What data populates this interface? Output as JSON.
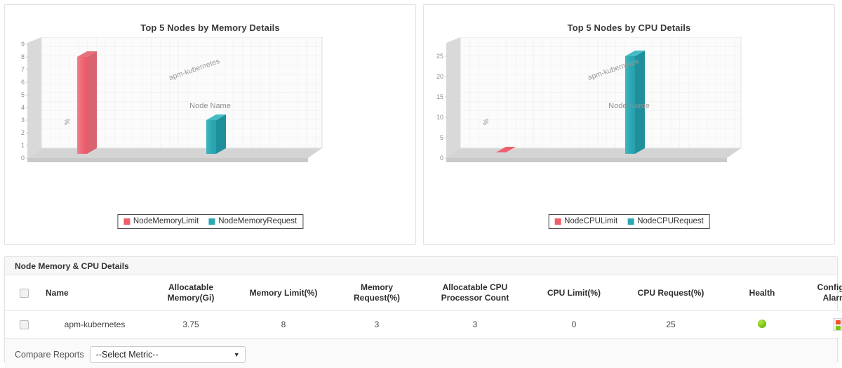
{
  "charts": [
    {
      "id": "memory",
      "title": "Top 5 Nodes by Memory Details",
      "ylabel": "%",
      "xlabel": "Node Name",
      "category": "apm-kubernetes",
      "legend": [
        {
          "label": "NodeMemoryLimit",
          "color": "#ef5f6b"
        },
        {
          "label": "NodeMemoryRequest",
          "color": "#2ba8b4"
        }
      ],
      "yticks": [
        "0",
        "1",
        "2",
        "3",
        "4",
        "5",
        "6",
        "7",
        "8",
        "9"
      ]
    },
    {
      "id": "cpu",
      "title": "Top 5 Nodes by CPU Details",
      "ylabel": "%",
      "xlabel": "Node Name",
      "category": "apm-kubernetes",
      "legend": [
        {
          "label": "NodeCPULimit",
          "color": "#ef5f6b"
        },
        {
          "label": "NodeCPURequest",
          "color": "#2ba8b4"
        }
      ],
      "yticks": [
        "0",
        "5",
        "10",
        "15",
        "20",
        "25"
      ]
    }
  ],
  "chart_data": [
    {
      "type": "bar",
      "title": "Top 5 Nodes by Memory Details",
      "xlabel": "Node Name",
      "ylabel": "%",
      "categories": [
        "apm-kubernetes"
      ],
      "series": [
        {
          "name": "NodeMemoryLimit",
          "values": [
            8
          ],
          "color": "#ef5f6b"
        },
        {
          "name": "NodeMemoryRequest",
          "values": [
            3
          ],
          "color": "#2ba8b4"
        }
      ],
      "ylim": [
        0,
        9
      ],
      "ytick_step": 1,
      "grid": true,
      "legend_position": "bottom"
    },
    {
      "type": "bar",
      "title": "Top 5 Nodes by CPU Details",
      "xlabel": "Node Name",
      "ylabel": "%",
      "categories": [
        "apm-kubernetes"
      ],
      "series": [
        {
          "name": "NodeCPULimit",
          "values": [
            0
          ],
          "color": "#ef5f6b"
        },
        {
          "name": "NodeCPURequest",
          "values": [
            25
          ],
          "color": "#2ba8b4"
        }
      ],
      "ylim": [
        0,
        28
      ],
      "ytick_step": 5,
      "grid": true,
      "legend_position": "bottom"
    }
  ],
  "panel": {
    "title": "Node Memory & CPU Details",
    "columns": [
      {
        "key": "check",
        "label": ""
      },
      {
        "key": "name",
        "label": "Name"
      },
      {
        "key": "am",
        "label_l1": "Allocatable",
        "label_l2": "Memory(Gi)"
      },
      {
        "key": "ml",
        "label": "Memory Limit(%)"
      },
      {
        "key": "mr",
        "label_l1": "Memory",
        "label_l2": "Request(%)"
      },
      {
        "key": "acpu",
        "label_l1": "Allocatable CPU",
        "label_l2": "Processor Count"
      },
      {
        "key": "cl",
        "label": "CPU Limit(%)"
      },
      {
        "key": "cr",
        "label": "CPU Request(%)"
      },
      {
        "key": "health",
        "label": "Health"
      },
      {
        "key": "alarm",
        "label_l1": "Configure",
        "label_l2": "Alarms"
      }
    ],
    "rows": [
      {
        "name": "apm-kubernetes",
        "allocatable_memory_gi": "3.75",
        "memory_limit_pct": "8",
        "memory_request_pct": "3",
        "allocatable_cpu_processor_count": "3",
        "cpu_limit_pct": "0",
        "cpu_request_pct": "25",
        "health": "healthy",
        "health_color": "#76c410",
        "alarm_icon": "alarm-light-icon"
      }
    ],
    "footer": {
      "label": "Compare Reports",
      "select_value": "--Select Metric--"
    }
  }
}
